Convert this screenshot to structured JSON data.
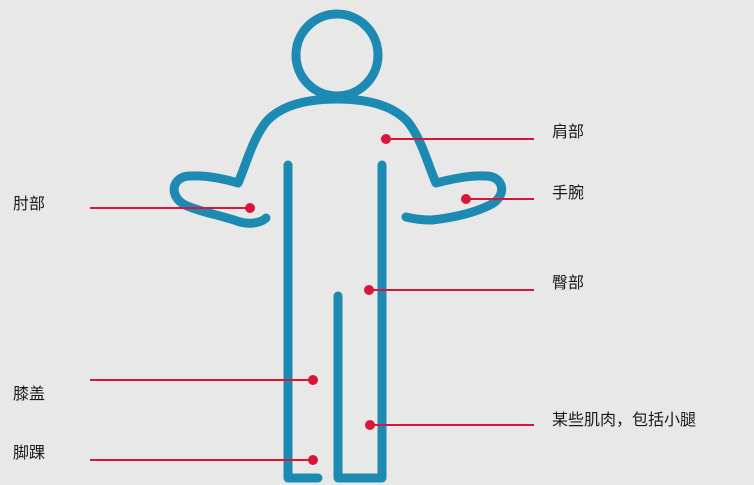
{
  "colors": {
    "background": "#e8e8e8",
    "figure": "#1c8ab3",
    "marker": "#d9153a",
    "text": "#1a1a1a"
  },
  "labels": {
    "shoulder": "肩部",
    "wrist": "手腕",
    "elbow": "肘部",
    "hip": "臀部",
    "knee": "膝盖",
    "ankle": "脚踝",
    "calf": "某些肌肉，包括小腿"
  }
}
